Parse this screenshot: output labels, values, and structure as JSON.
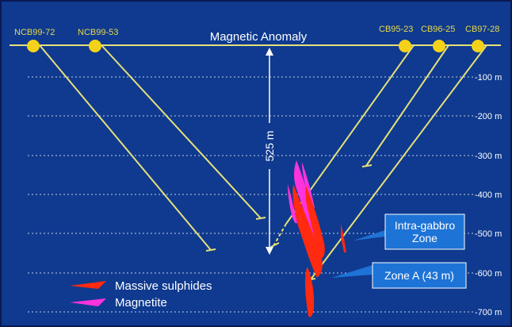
{
  "surface_label": "Magnetic Anomaly",
  "drillholes": [
    {
      "name": "NCB99-72"
    },
    {
      "name": "NCB99-53"
    },
    {
      "name": "CB95-23"
    },
    {
      "name": "CB96-25"
    },
    {
      "name": "CB97-28"
    }
  ],
  "depth_labels": [
    "-100 m",
    "-200 m",
    "-300 m",
    "-400 m",
    "-500 m",
    "-600 m",
    "-700 m"
  ],
  "depth_span_label": "525 m",
  "zone_callouts": {
    "intra_gabbro": [
      "Intra-gabbro",
      "Zone"
    ],
    "zone_a": "Zone A (43 m)"
  },
  "legend": {
    "massive_sulphides": "Massive sulphides",
    "magnetite": "Magnetite"
  },
  "colors": {
    "background": "#0f3a8f",
    "border": "#0a1a55",
    "drillhole": "#e6e07a",
    "collar": "#f5d21a",
    "label_text": "#e8d84a",
    "sulphides": "#ff2a10",
    "magnetite": "#ff33dd",
    "callout_box": "#1e73d6",
    "white": "#ffffff"
  }
}
